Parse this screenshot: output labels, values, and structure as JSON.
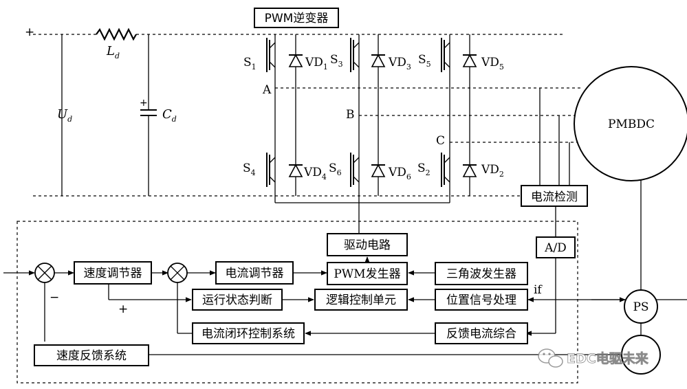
{
  "inverter": {
    "title": "PWM逆变器"
  },
  "dc_link": {
    "plus_top": "+",
    "inductor": {
      "name": "L",
      "sub": "d"
    },
    "voltage": {
      "name": "U",
      "sub": "d"
    },
    "capacitor": {
      "name": "C",
      "sub": "d",
      "plus": "+"
    }
  },
  "phases": [
    "A",
    "B",
    "C"
  ],
  "switches": [
    {
      "s": "S",
      "s_sub": "1",
      "vd": "VD",
      "vd_sub": "1"
    },
    {
      "s": "S",
      "s_sub": "3",
      "vd": "VD",
      "vd_sub": "3"
    },
    {
      "s": "S",
      "s_sub": "5",
      "vd": "VD",
      "vd_sub": "5"
    },
    {
      "s": "S",
      "s_sub": "4",
      "vd": "VD",
      "vd_sub": "4"
    },
    {
      "s": "S",
      "s_sub": "6",
      "vd": "VD",
      "vd_sub": "6"
    },
    {
      "s": "S",
      "s_sub": "2",
      "vd": "VD",
      "vd_sub": "2"
    }
  ],
  "motor": {
    "label": "PMBDC"
  },
  "sensor": {
    "label": "PS"
  },
  "blocks": {
    "current_detect": "电流检测",
    "drive_circuit": "驱动电路",
    "ad": "A/D",
    "speed_regulator": "速度调节器",
    "current_regulator": "电流调节器",
    "pwm_generator": "PWM发生器",
    "triangle_generator": "三角波发生器",
    "run_state": "运行状态判断",
    "logic_control": "逻辑控制单元",
    "position_signal": "位置信号处理",
    "current_loop": "电流闭环控制系统",
    "feedback_current": "反馈电流综合",
    "speed_feedback": "速度反馈系统"
  },
  "signs": {
    "minus": "−",
    "plus": "+"
  },
  "signal_if": "if",
  "watermark": "EDC电驱未来"
}
